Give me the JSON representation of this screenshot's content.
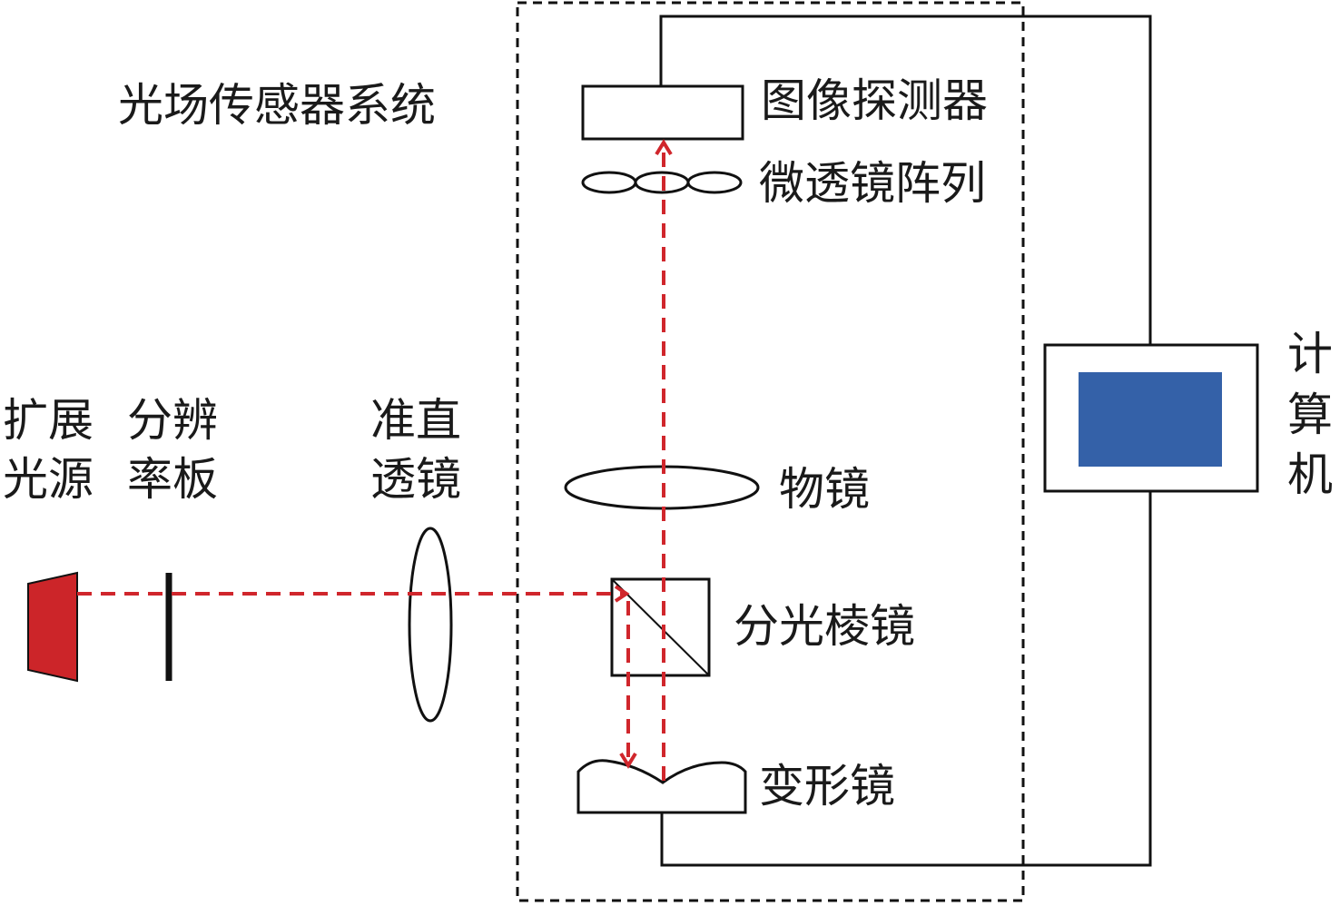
{
  "labels": {
    "system": "光场传感器系统",
    "detector": "图像探测器",
    "microlens": "微透镜阵列",
    "objective": "物镜",
    "beam_splitter": "分光棱镜",
    "deformable_mirror": "变形镜",
    "source_line1": "扩展",
    "source_line2": "光源",
    "plate_line1": "分辨",
    "plate_line2": "率板",
    "collimator_line1": "准直",
    "collimator_line2": "透镜",
    "computer": [
      "计",
      "算",
      "机"
    ]
  },
  "colors": {
    "beam": "#d0262c",
    "source": "#cc2529",
    "screen": "#3461a8"
  }
}
